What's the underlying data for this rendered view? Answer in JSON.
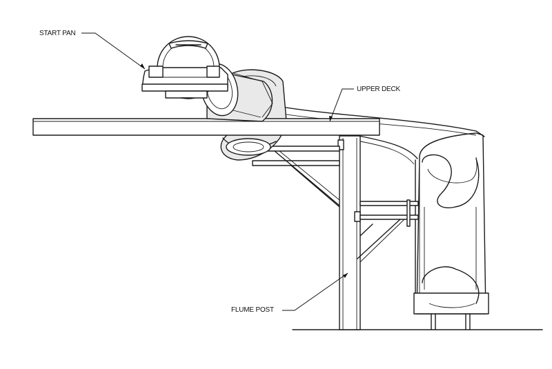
{
  "labels": {
    "start_pan": "START PAN",
    "upper_deck": "UPPER DECK",
    "flume_post": "FLUME POST"
  },
  "colors": {
    "line": "#1a1a1a",
    "background": "#ffffff"
  }
}
